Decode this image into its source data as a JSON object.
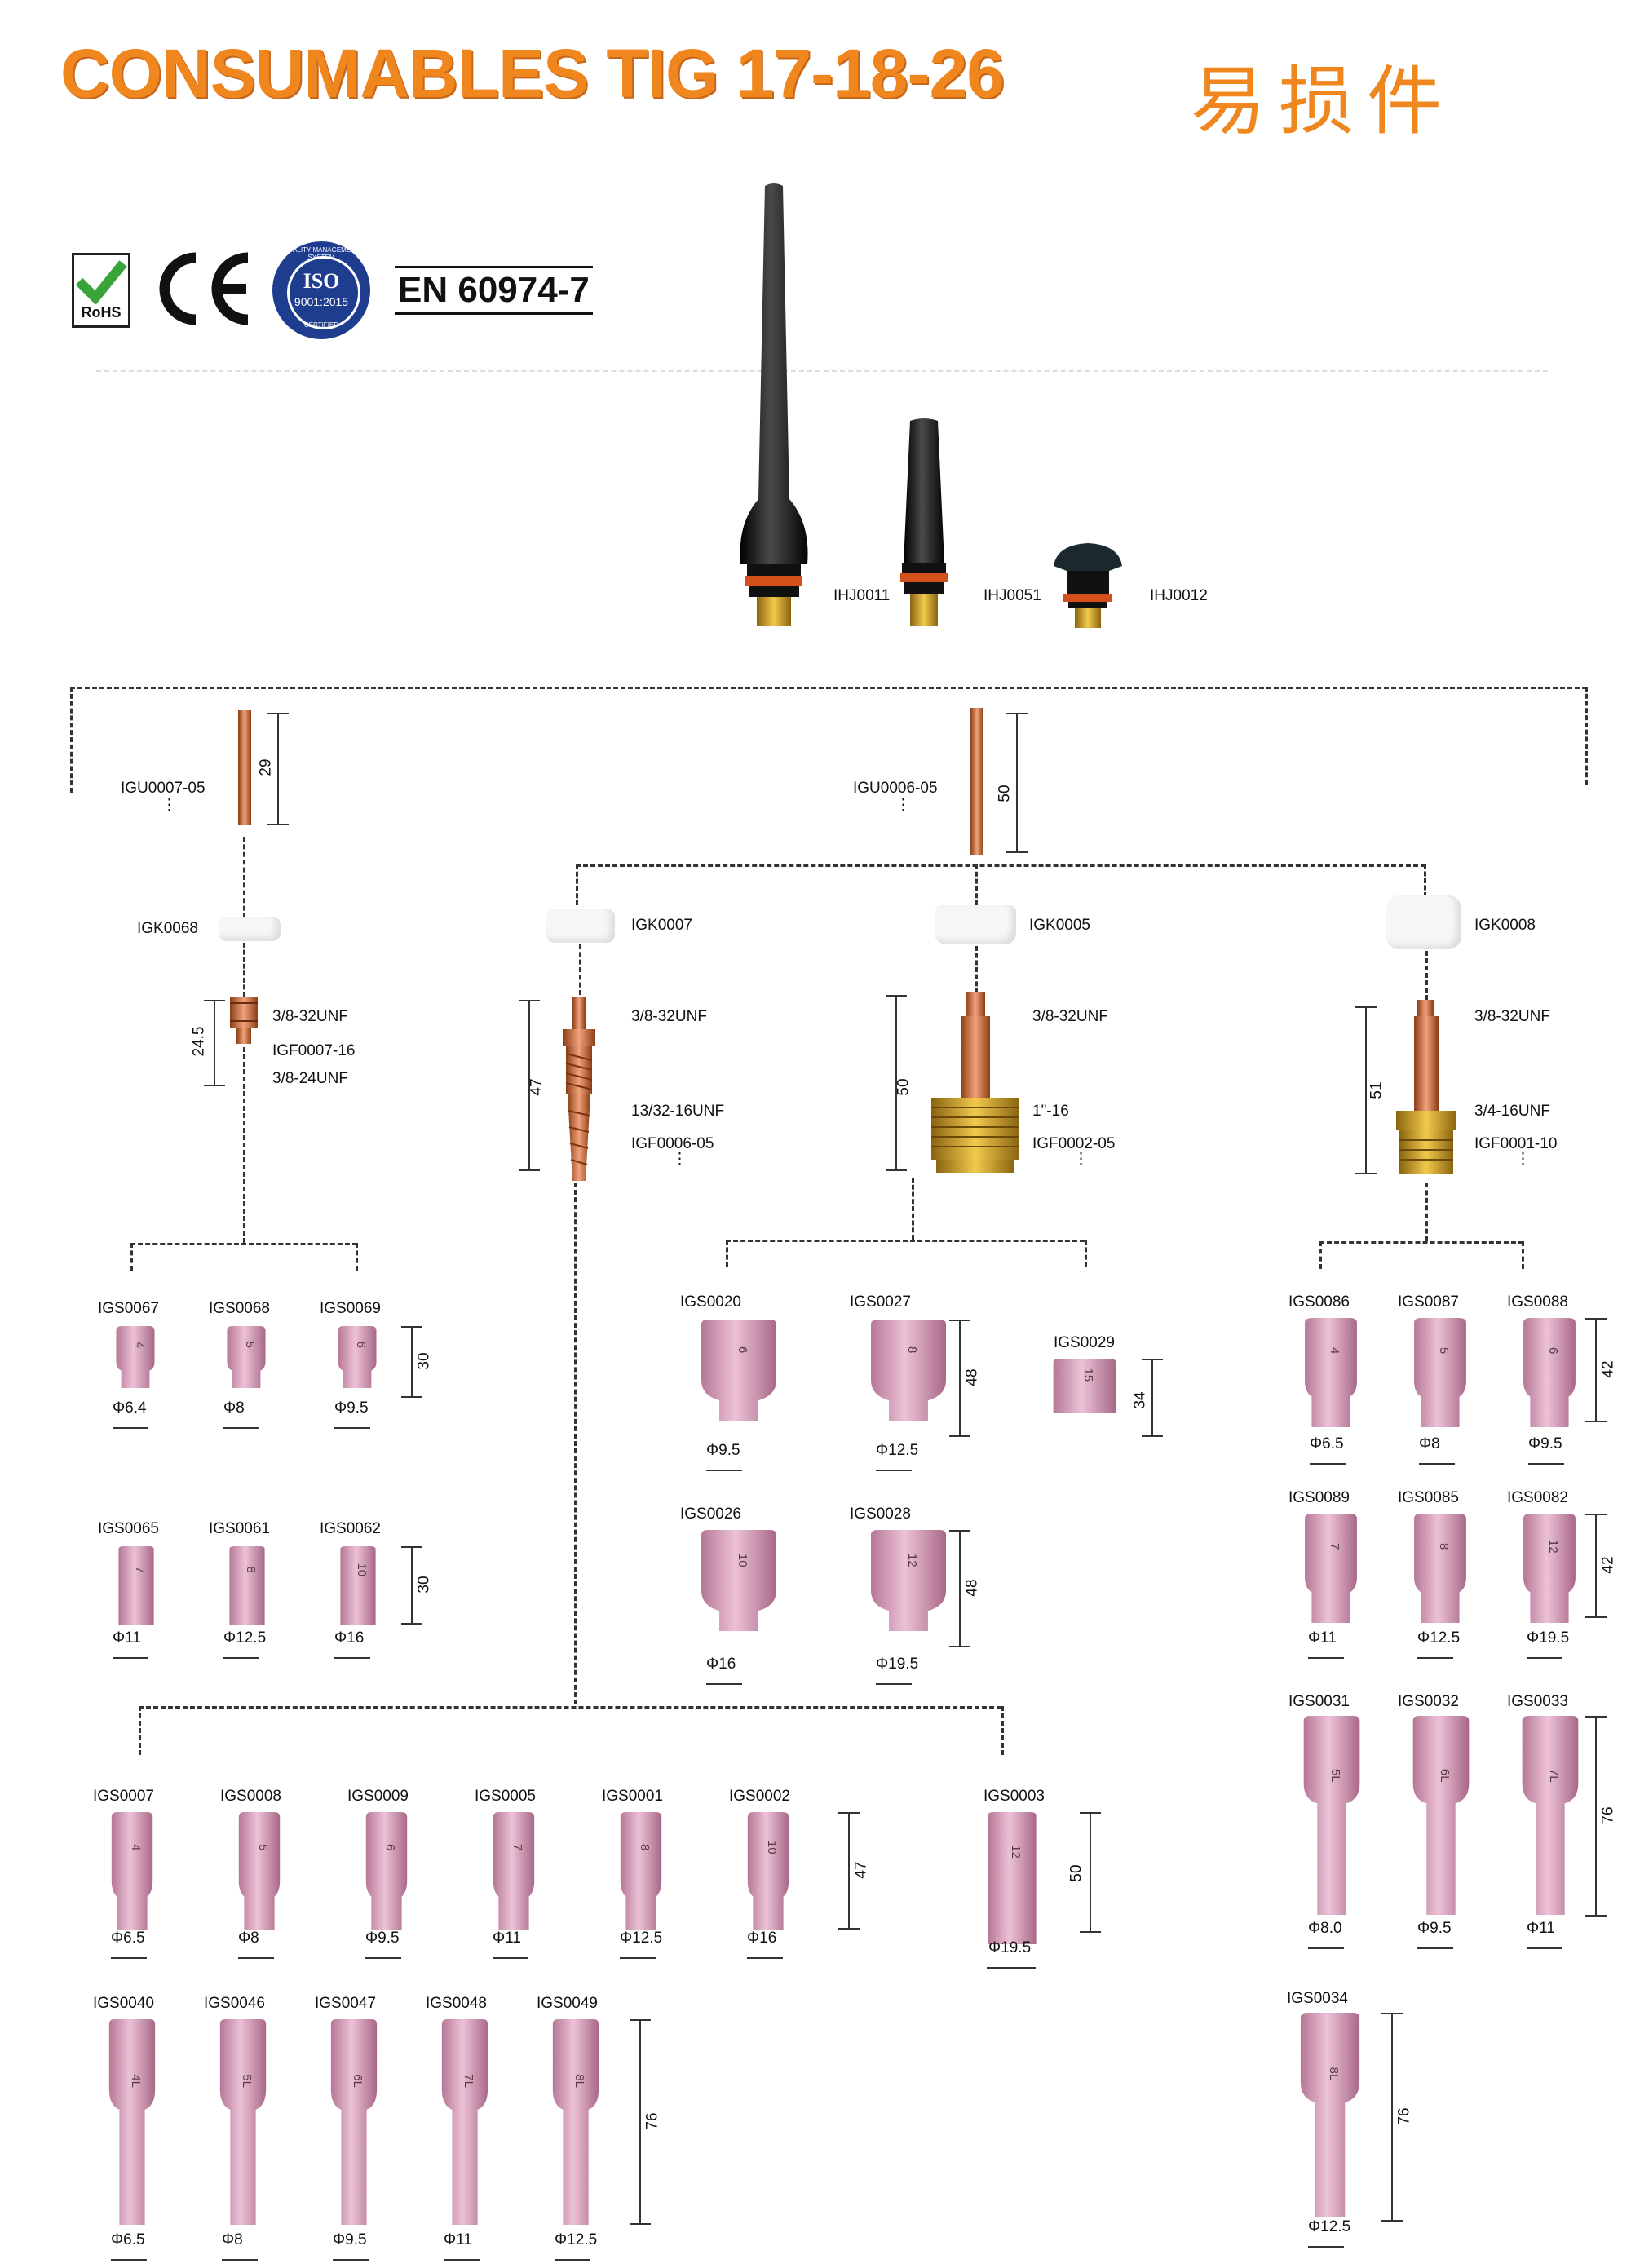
{
  "header": {
    "title": "CONSUMABLES TIG 17-18-26",
    "title_cn": "易损件",
    "cert_rohs": "RoHS",
    "cert_iso": "ISO",
    "cert_iso_std": "9001:2015",
    "cert_iso_ring_top": "QUALITY MANAGEMENT SYSTEM",
    "cert_iso_ring_bottom": "CERTIFIED",
    "cert_standard": "EN 60974-7"
  },
  "colors": {
    "accent": "#f0861e",
    "ceramic": "#d89bbd",
    "ceramic_dark": "#b77898",
    "copper": "#c8733e",
    "brass": "#c79a2e",
    "black": "#1a1a1a",
    "white_insulator": "#f4f4f4"
  },
  "back_caps": [
    {
      "code": "IHJ0011"
    },
    {
      "code": "IHJ0051"
    },
    {
      "code": "IHJ0012"
    }
  ],
  "collets": [
    {
      "code": "IGU0007-05",
      "length": "29",
      "more": "⋮"
    },
    {
      "code": "IGU0006-05",
      "length": "50",
      "more": "⋮"
    }
  ],
  "insulators": [
    {
      "code": "IGK0068"
    },
    {
      "code": "IGK0007"
    },
    {
      "code": "IGK0005"
    },
    {
      "code": "IGK0008"
    }
  ],
  "bodies": [
    {
      "thread_top": "3/8-32UNF",
      "code": "IGF0007-16",
      "thread_bottom": "3/8-24UNF",
      "length": "24.5"
    },
    {
      "thread_top": "3/8-32UNF",
      "code": "IGF0006-05",
      "thread_bottom": "13/32-16UNF",
      "length": "47",
      "more": "⋮"
    },
    {
      "thread_top": "3/8-32UNF",
      "code": "IGF0002-05",
      "thread_bottom": "1\"-16",
      "length": "50",
      "more": "⋮"
    },
    {
      "thread_top": "3/8-32UNF",
      "code": "IGF0001-10",
      "thread_bottom": "3/4-16UNF",
      "length": "51",
      "more": "⋮"
    }
  ],
  "groupA": {
    "row1": {
      "length": "30",
      "items": [
        {
          "code": "IGS0067",
          "size": "4",
          "dia": "Φ6.4"
        },
        {
          "code": "IGS0068",
          "size": "5",
          "dia": "Φ8"
        },
        {
          "code": "IGS0069",
          "size": "6",
          "dia": "Φ9.5"
        }
      ]
    },
    "row2": {
      "length": "30",
      "items": [
        {
          "code": "IGS0065",
          "size": "7",
          "dia": "Φ11"
        },
        {
          "code": "IGS0061",
          "size": "8",
          "dia": "Φ12.5"
        },
        {
          "code": "IGS0062",
          "size": "10",
          "dia": "Φ16"
        }
      ]
    }
  },
  "groupC": {
    "row1": {
      "length": "48",
      "items": [
        {
          "code": "IGS0020",
          "size": "6",
          "dia": "Φ9.5"
        },
        {
          "code": "IGS0027",
          "size": "8",
          "dia": "Φ12.5"
        }
      ]
    },
    "extra": {
      "code": "IGS0029",
      "size": "15",
      "length": "34"
    },
    "row2": {
      "length": "48",
      "items": [
        {
          "code": "IGS0026",
          "size": "10",
          "dia": "Φ16"
        },
        {
          "code": "IGS0028",
          "size": "12",
          "dia": "Φ19.5"
        }
      ]
    }
  },
  "groupD": {
    "row1": {
      "length": "42",
      "items": [
        {
          "code": "IGS0086",
          "size": "4",
          "dia": "Φ6.5"
        },
        {
          "code": "IGS0087",
          "size": "5",
          "dia": "Φ8"
        },
        {
          "code": "IGS0088",
          "size": "6",
          "dia": "Φ9.5"
        }
      ]
    },
    "row2": {
      "length": "42",
      "items": [
        {
          "code": "IGS0089",
          "size": "7",
          "dia": "Φ11"
        },
        {
          "code": "IGS0085",
          "size": "8",
          "dia": "Φ12.5"
        },
        {
          "code": "IGS0082",
          "size": "12",
          "dia": "Φ19.5"
        }
      ]
    },
    "row3": {
      "length": "76",
      "items": [
        {
          "code": "IGS0031",
          "size": "5L",
          "dia": "Φ8.0"
        },
        {
          "code": "IGS0032",
          "size": "6L",
          "dia": "Φ9.5"
        },
        {
          "code": "IGS0033",
          "size": "7L",
          "dia": "Φ11"
        }
      ]
    },
    "row4": {
      "length": "76",
      "items": [
        {
          "code": "IGS0034",
          "size": "8L",
          "dia": "Φ12.5"
        }
      ]
    }
  },
  "groupB": {
    "row1": {
      "length": "47",
      "items": [
        {
          "code": "IGS0007",
          "size": "4",
          "dia": "Φ6.5"
        },
        {
          "code": "IGS0008",
          "size": "5",
          "dia": "Φ8"
        },
        {
          "code": "IGS0009",
          "size": "6",
          "dia": "Φ9.5"
        },
        {
          "code": "IGS0005",
          "size": "7",
          "dia": "Φ11"
        },
        {
          "code": "IGS0001",
          "size": "8",
          "dia": "Φ12.5"
        },
        {
          "code": "IGS0002",
          "size": "10",
          "dia": "Φ16"
        }
      ]
    },
    "single": {
      "code": "IGS0003",
      "size": "12",
      "dia": "Φ19.5",
      "length": "50"
    },
    "row2": {
      "length": "76",
      "items": [
        {
          "code": "IGS0040",
          "size": "4L",
          "dia": "Φ6.5"
        },
        {
          "code": "IGS0046",
          "size": "5L",
          "dia": "Φ8"
        },
        {
          "code": "IGS0047",
          "size": "6L",
          "dia": "Φ9.5"
        },
        {
          "code": "IGS0048",
          "size": "7L",
          "dia": "Φ11"
        },
        {
          "code": "IGS0049",
          "size": "8L",
          "dia": "Φ12.5"
        }
      ]
    }
  }
}
